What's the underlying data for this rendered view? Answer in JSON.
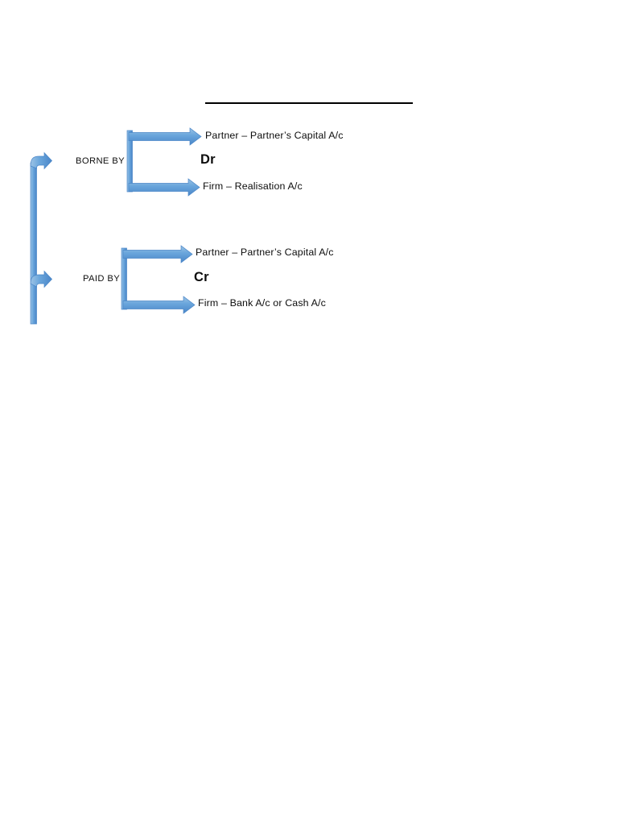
{
  "page": {
    "background_color": "#ffffff",
    "arrow_color": "#5b9bd5",
    "arrow_color_dark": "#3f7cb5",
    "rule_color": "#000000",
    "text_color": "#0d0d0d"
  },
  "divider": {
    "name": "top-horizontal-rule"
  },
  "groups": [
    {
      "id": "borne-by",
      "tag": "BORNE BY",
      "entry": "Dr",
      "branches": [
        {
          "id": "borne-partner",
          "label": "Partner – Partner’s Capital A/c"
        },
        {
          "id": "borne-firm",
          "label": "Firm – Realisation A/c"
        }
      ]
    },
    {
      "id": "paid-by",
      "tag": "PAID BY",
      "entry": "Cr",
      "branches": [
        {
          "id": "paid-partner",
          "label": "Partner – Partner’s Capital A/c"
        },
        {
          "id": "paid-firm",
          "label": "Firm – Bank A/c or Cash A/c"
        }
      ]
    }
  ]
}
